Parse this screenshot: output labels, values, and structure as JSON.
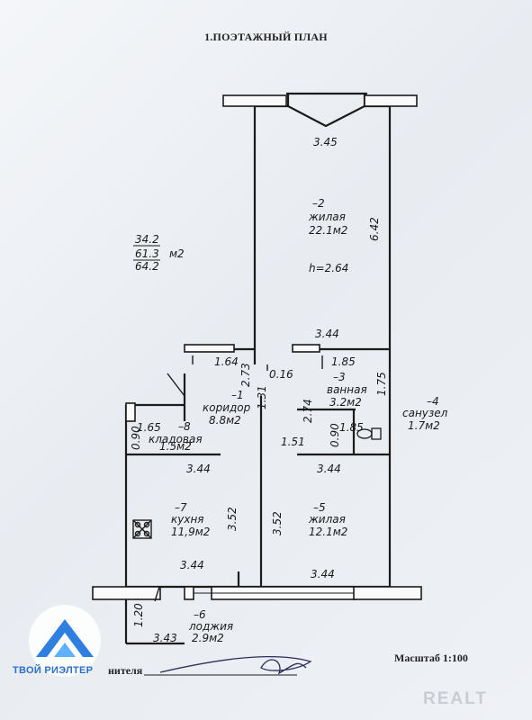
{
  "title": "1.ПОЭТАЖНЫЙ ПЛАН",
  "area_block": {
    "living": "34.2",
    "total": "61.3",
    "unit": "м2",
    "with_loggia": "64.2"
  },
  "rooms": {
    "r2": {
      "num": "–2",
      "name": "жилая",
      "area": "22.1м2"
    },
    "r1": {
      "num": "–1",
      "name": "коридор",
      "area": "8.8м2"
    },
    "r3": {
      "num": "–3",
      "name": "ванная",
      "area": "3.2м2"
    },
    "r4": {
      "num": "–4",
      "name": "санузел",
      "area": "1.7м2"
    },
    "r8": {
      "num": "–8",
      "name": "кладовая",
      "area": "1.5м2"
    },
    "r7": {
      "num": "–7",
      "name": "кухня",
      "area": "11,9м2"
    },
    "r5": {
      "num": "–5",
      "name": "жилая",
      "area": "12.1м2"
    },
    "r6": {
      "num": "–6",
      "name": "лоджия",
      "area": "2.9м2"
    }
  },
  "height": "h=2.64",
  "dims": {
    "d345": "3.45",
    "d642": "6.42",
    "d344a": "3.44",
    "d185a": "1.85",
    "d164": "1.64",
    "d016": "0.16",
    "d273": "2.73",
    "d131": "1.31",
    "d175": "1.75",
    "d274": "2.74",
    "d165": "1.65",
    "d090a": "0.90",
    "d090b": "0.90",
    "d185b": "1.85",
    "d151": "1.51",
    "d344b": "3.44",
    "d344c": "3.44",
    "d352a": "3.52",
    "d352b": "3.52",
    "d344d": "3.44",
    "d344e": "3.44",
    "d120": "1.20",
    "d343": "3.43"
  },
  "scale": "Масштаб 1:100",
  "signature_label": "нителя",
  "logo": "ТВОЙ РИЭЛТЕР",
  "watermark": "REALT"
}
